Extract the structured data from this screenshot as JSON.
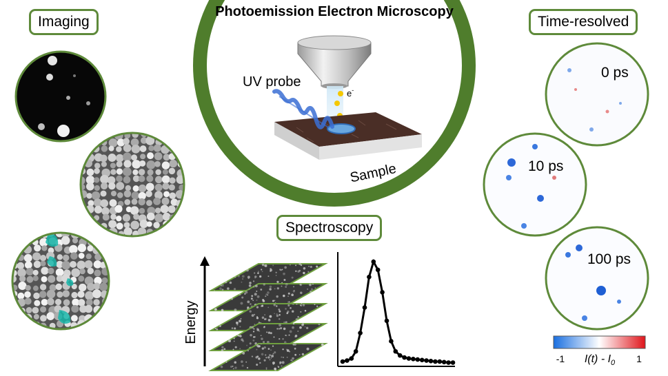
{
  "title": "Photoemission Electron Microscopy",
  "labels": {
    "imaging": "Imaging",
    "time_resolved": "Time-resolved",
    "spectroscopy": "Spectroscopy",
    "uv_probe": "UV probe",
    "electron": "e",
    "electron_sup": "-",
    "sample": "Sample",
    "energy_axis": "Energy"
  },
  "time_delays": [
    "0 ps",
    "10 ps",
    "100 ps"
  ],
  "colorbar": {
    "min_label": "-1",
    "max_label": "1",
    "quantity": "I(t) - I",
    "quantity_sub": "0",
    "colors": [
      "#1a6fe0",
      "#ffffff",
      "#e0151b"
    ]
  },
  "colors": {
    "ring": "#4f7d2c",
    "border": "#5e8a3a",
    "uv": "#3b6fd4",
    "electron": "#f5c800",
    "sample_top": "#4a2e26"
  },
  "spectrum_curve": [
    [
      0,
      0.02
    ],
    [
      0.04,
      0.03
    ],
    [
      0.08,
      0.05
    ],
    [
      0.12,
      0.12
    ],
    [
      0.16,
      0.3
    ],
    [
      0.2,
      0.55
    ],
    [
      0.24,
      0.85
    ],
    [
      0.28,
      1.0
    ],
    [
      0.32,
      0.92
    ],
    [
      0.36,
      0.7
    ],
    [
      0.4,
      0.42
    ],
    [
      0.44,
      0.22
    ],
    [
      0.48,
      0.12
    ],
    [
      0.52,
      0.08
    ],
    [
      0.56,
      0.06
    ],
    [
      0.6,
      0.05
    ],
    [
      0.64,
      0.045
    ],
    [
      0.68,
      0.04
    ],
    [
      0.72,
      0.035
    ],
    [
      0.76,
      0.03
    ],
    [
      0.8,
      0.025
    ],
    [
      0.84,
      0.02
    ],
    [
      0.88,
      0.02
    ],
    [
      0.92,
      0.015
    ],
    [
      0.96,
      0.01
    ],
    [
      1.0,
      0.01
    ]
  ]
}
